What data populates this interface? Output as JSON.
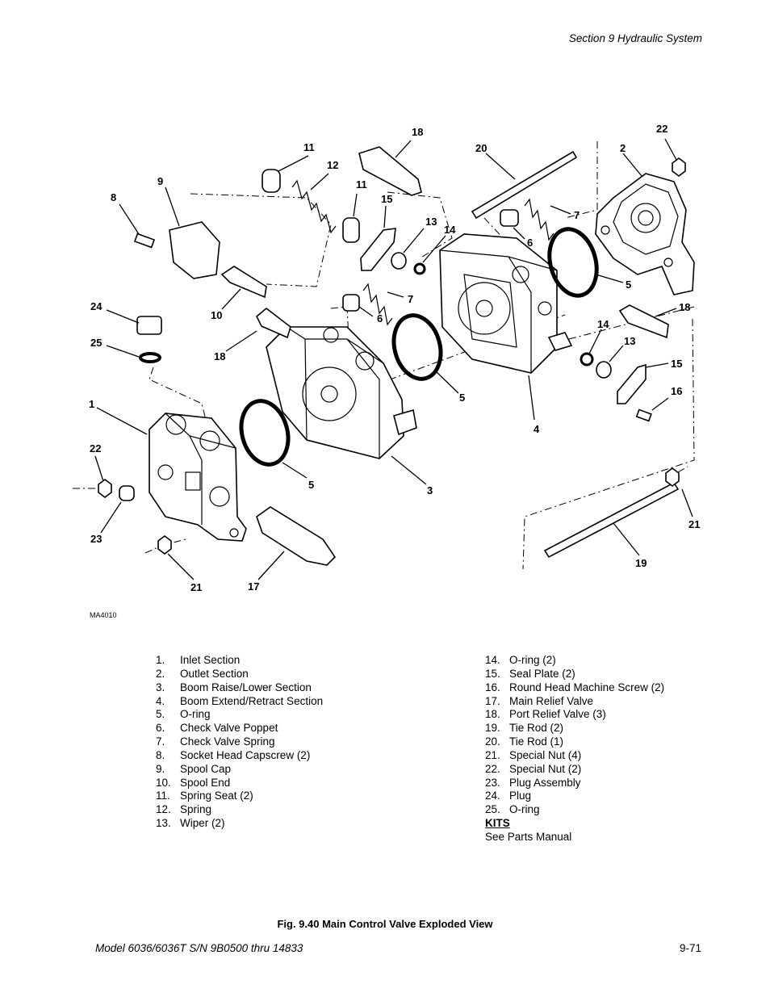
{
  "header": {
    "section": "Section 9    Hydraulic System"
  },
  "figure": {
    "code": "MA4010",
    "caption": "Fig. 9.40 Main Control Valve Exploded View",
    "callouts": {
      "c11a": "11",
      "c12": "12",
      "c18a": "18",
      "c11b": "11",
      "c15a": "15",
      "c13a": "13",
      "c14a": "14",
      "c20": "20",
      "c7a": "7",
      "c6a": "6",
      "c2": "2",
      "c22a": "22",
      "c9": "9",
      "c8": "8",
      "c10": "10",
      "c7b": "7",
      "c6b": "6",
      "c5a": "5",
      "c18b": "18",
      "c24": "24",
      "c25": "25",
      "c18c": "18",
      "c14b": "14",
      "c13b": "13",
      "c15b": "15",
      "c16": "16",
      "c5b": "5",
      "c4": "4",
      "c1": "1",
      "c22b": "22",
      "c5c": "5",
      "c3": "3",
      "c23": "23",
      "c21a": "21",
      "c17": "17",
      "c21b": "21",
      "c19": "19"
    }
  },
  "legend_left": [
    {
      "num": "1.",
      "text": "Inlet Section"
    },
    {
      "num": "2.",
      "text": "Outlet Section"
    },
    {
      "num": "3.",
      "text": "Boom Raise/Lower Section"
    },
    {
      "num": "4.",
      "text": "Boom Extend/Retract Section"
    },
    {
      "num": "5.",
      "text": "O-ring"
    },
    {
      "num": "6.",
      "text": "Check Valve Poppet"
    },
    {
      "num": "7.",
      "text": "Check Valve Spring"
    },
    {
      "num": "8.",
      "text": "Socket Head Capscrew (2)"
    },
    {
      "num": "9.",
      "text": "Spool Cap"
    },
    {
      "num": "10.",
      "text": "Spool End"
    },
    {
      "num": "11.",
      "text": "Spring Seat (2)"
    },
    {
      "num": "12.",
      "text": "Spring"
    },
    {
      "num": "13.",
      "text": "Wiper (2)"
    }
  ],
  "legend_right": [
    {
      "num": "14.",
      "text": "O-ring (2)"
    },
    {
      "num": "15.",
      "text": "Seal Plate (2)"
    },
    {
      "num": "16.",
      "text": "Round Head Machine Screw (2)"
    },
    {
      "num": "17.",
      "text": "Main Relief Valve"
    },
    {
      "num": "18.",
      "text": "Port Relief Valve (3)"
    },
    {
      "num": "19.",
      "text": "Tie Rod (2)"
    },
    {
      "num": "20.",
      "text": "Tie Rod (1)"
    },
    {
      "num": "21.",
      "text": "Special Nut (4)"
    },
    {
      "num": "22.",
      "text": "Special Nut (2)"
    },
    {
      "num": "23.",
      "text": "Plug Assembly"
    },
    {
      "num": "24.",
      "text": "Plug"
    },
    {
      "num": "25.",
      "text": "O-ring"
    }
  ],
  "kits": {
    "title": "KITS",
    "text": "See Parts Manual"
  },
  "footer": {
    "model": "Model 6036/6036T S/N 9B0500 thru 14833",
    "page": "9-71"
  }
}
